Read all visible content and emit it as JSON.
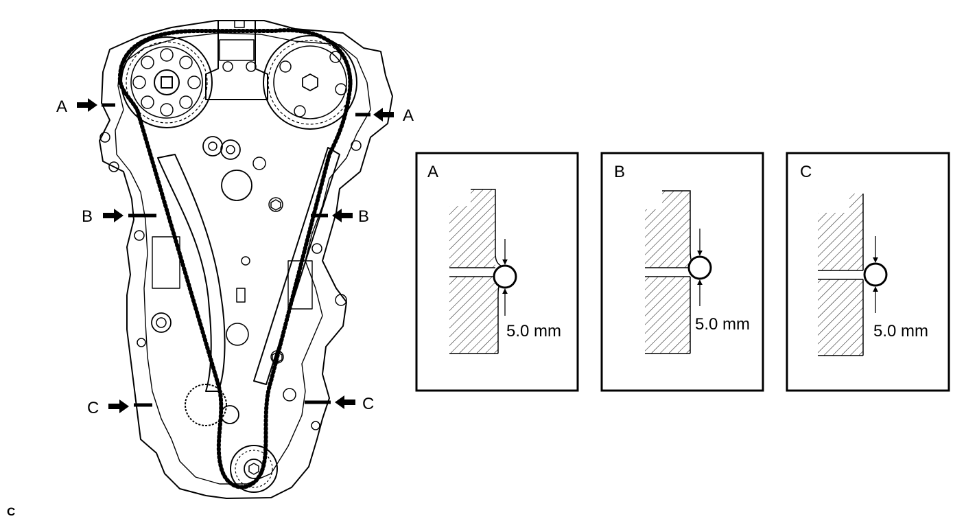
{
  "engine": {
    "labels": {
      "a_left": "A",
      "a_right": "A",
      "b_left": "B",
      "b_right": "B",
      "c_left": "C",
      "c_right": "C"
    }
  },
  "details": [
    {
      "letter": "A",
      "dimension": "5.0 mm"
    },
    {
      "letter": "B",
      "dimension": "5.0 mm"
    },
    {
      "letter": "C",
      "dimension": "5.0 mm"
    }
  ],
  "corner_mark": "C"
}
